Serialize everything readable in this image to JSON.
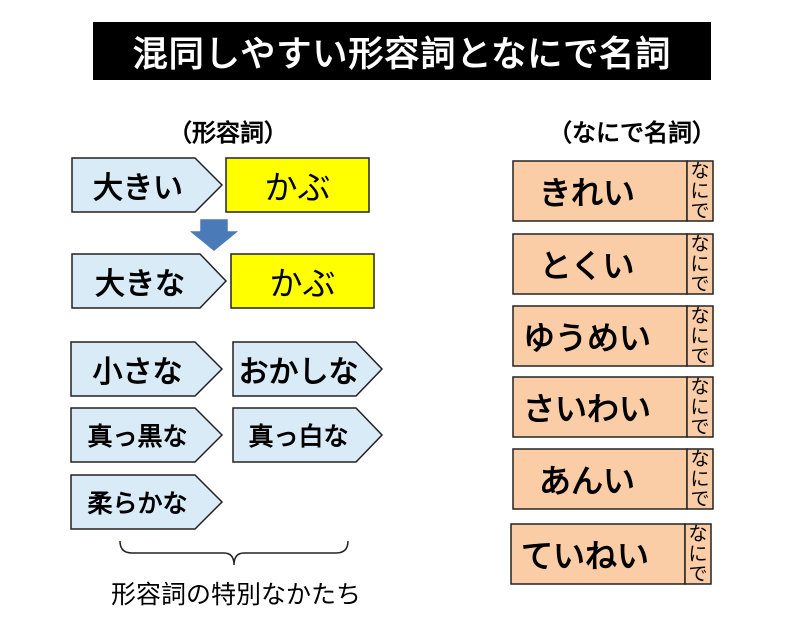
{
  "title": "混同しやすい形容詞となにで名詞",
  "left_heading": "（形容詞）",
  "right_heading": "（なにで名詞）",
  "top_pair": {
    "adjective": "大きい",
    "noun": "かぶ"
  },
  "bottom_pair": {
    "adjective": "大きな",
    "noun": "かぶ"
  },
  "special_adjectives": [
    "小さな",
    "おかしな",
    "真っ黒な",
    "真っ白な",
    "柔らかな"
  ],
  "caption": "形容詞の特別なかたち",
  "na_nouns": [
    "きれい",
    "とくい",
    "ゆうめい",
    "さいわい",
    "あんい",
    "ていねい"
  ],
  "na_tab": [
    "な",
    "に",
    "で"
  ],
  "colors": {
    "adjective_fill": "#d9ebf7",
    "noun_fill": "#ffff00",
    "na_fill": "#fbcda6",
    "arrow_fill": "#4a7ab7",
    "title_bg": "#000000"
  }
}
